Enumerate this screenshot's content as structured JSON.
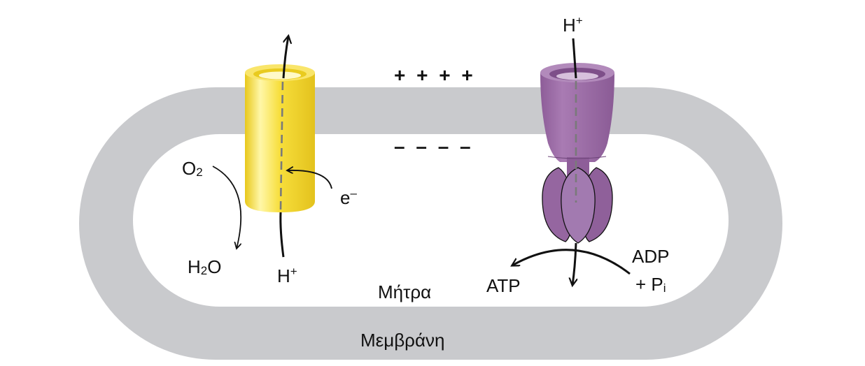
{
  "labels": {
    "positive_charges": "+ + + +",
    "negative_charges": "– – – –",
    "oxygen": "O",
    "oxygen_sub": "2",
    "water_h": "H",
    "water_sub": "2",
    "water_o": "O",
    "electron": "e",
    "electron_sup": "–",
    "proton_left": "H",
    "proton_left_sup": "+",
    "proton_top": "H",
    "proton_top_sup": "+",
    "atp": "ATP",
    "adp": "ADP",
    "plus_pi": "+ P",
    "pi_sub": "i",
    "matrix": "Μήτρα",
    "membrane": "Μεμβράνη"
  },
  "colors": {
    "membrane": "#c9cacd",
    "electron_transport_protein": "#f7dc3a",
    "atp_synthase": "#9b6aa6",
    "arrows": "#111111"
  }
}
